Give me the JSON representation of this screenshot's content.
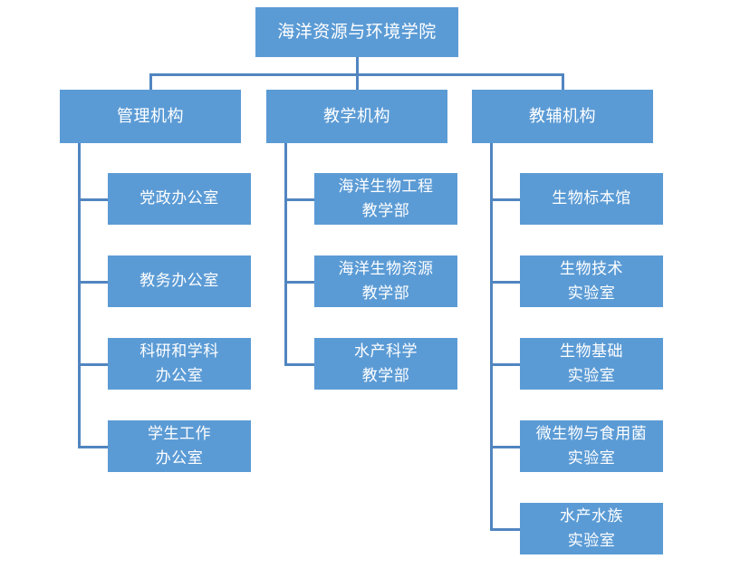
{
  "theme": {
    "node_fill": "#5B9BD5",
    "node_text": "#FFFFFF",
    "connector": "#5185C0",
    "background": "#FFFFFF"
  },
  "org_chart": {
    "root": {
      "label": "海洋资源与环境学院",
      "lines": [
        "海洋资源与环境学院"
      ]
    },
    "branches": [
      {
        "label": "管理机构",
        "lines": [
          "管理机构"
        ],
        "children": [
          {
            "label": "党政办公室",
            "lines": [
              "党政办公室"
            ]
          },
          {
            "label": "教务办公室",
            "lines": [
              "教务办公室"
            ]
          },
          {
            "label": "科研和学科办公室",
            "lines": [
              "科研和学科",
              "办公室"
            ]
          },
          {
            "label": "学生工作办公室",
            "lines": [
              "学生工作",
              "办公室"
            ]
          }
        ]
      },
      {
        "label": "教学机构",
        "lines": [
          "教学机构"
        ],
        "children": [
          {
            "label": "海洋生物工程教学部",
            "lines": [
              "海洋生物工程",
              "教学部"
            ]
          },
          {
            "label": "海洋生物资源教学部",
            "lines": [
              "海洋生物资源",
              "教学部"
            ]
          },
          {
            "label": "水产科学教学部",
            "lines": [
              "水产科学",
              "教学部"
            ]
          }
        ]
      },
      {
        "label": "教辅机构",
        "lines": [
          "教辅机构"
        ],
        "children": [
          {
            "label": "生物标本馆",
            "lines": [
              "生物标本馆"
            ]
          },
          {
            "label": "生物技术实验室",
            "lines": [
              "生物技术",
              "实验室"
            ]
          },
          {
            "label": "生物基础实验室",
            "lines": [
              "生物基础",
              "实验室"
            ]
          },
          {
            "label": "微生物与食用菌实验室",
            "lines": [
              "微生物与食用菌",
              "实验室"
            ]
          },
          {
            "label": "水产水族实验室",
            "lines": [
              "水产水族",
              "实验室"
            ]
          }
        ]
      }
    ]
  }
}
